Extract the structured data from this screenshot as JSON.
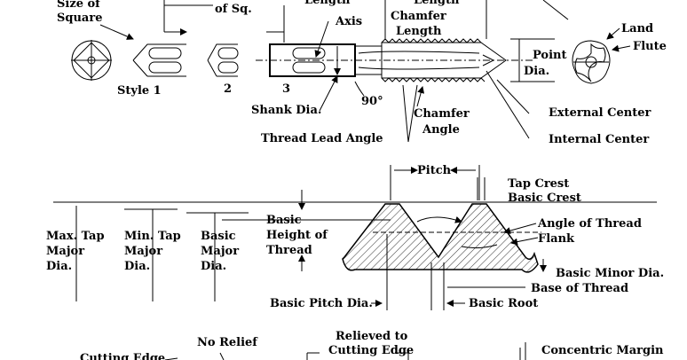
{
  "labels": {
    "size_of_square": [
      "Size of",
      "Square"
    ],
    "of_sq": "of Sq.",
    "length_a": "Length",
    "length_b": "Length",
    "axis": "Axis",
    "chamfer_length": [
      "Chamfer",
      "Length"
    ],
    "land": "Land",
    "flute": "Flute",
    "point_dia": [
      "Point",
      "Dia."
    ],
    "style1": "Style 1",
    "style2": "2",
    "style3": "3",
    "shank_dia": "Shank Dia.",
    "ninety": "90°",
    "chamfer_angle": [
      "Chamfer",
      "Angle"
    ],
    "external_center": "External Center",
    "thread_lead_angle": "Thread Lead Angle",
    "internal_center": "Internal Center",
    "pitch": "Pitch",
    "tap_crest": "Tap Crest",
    "basic_crest": "Basic Crest",
    "angle_of_thread": "Angle of Thread",
    "flank": "Flank",
    "basic_height": [
      "Basic",
      "Height of",
      "Thread"
    ],
    "max_tap_major": [
      "Max. Tap",
      "Major",
      "Dia."
    ],
    "min_tap_major": [
      "Min. Tap",
      "Major",
      "Dia."
    ],
    "basic_major": [
      "Basic",
      "Major",
      "Dia."
    ],
    "basic_minor_dia": "Basic Minor Dia.",
    "base_of_thread": "Base of Thread",
    "basic_pitch_dia": "Basic Pitch Dia.",
    "basic_root": "Basic Root",
    "no_relief": "No Relief",
    "relieved_to": [
      "Relieved to",
      "Cutting Edge"
    ],
    "cutting_edge": "Cutting Edge",
    "concentric_margin": "Concentric Margin"
  }
}
